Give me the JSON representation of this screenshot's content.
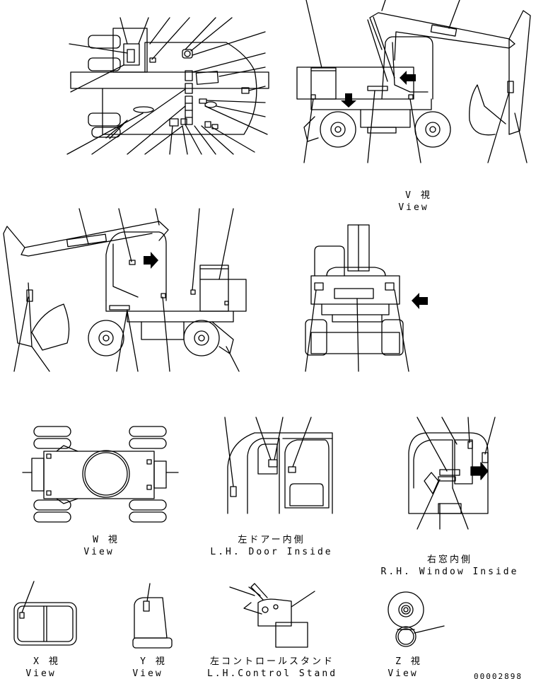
{
  "views": {
    "v": {
      "jp": "V 視",
      "en": "View"
    },
    "w": {
      "jp": "W 視",
      "en": "View"
    },
    "x": {
      "jp": "X 視",
      "en": "View"
    },
    "y": {
      "jp": "Y 視",
      "en": "View"
    },
    "z": {
      "jp": "Z 視",
      "en": "View"
    },
    "lh_door": {
      "jp": "左ドアー内側",
      "en": "L.H. Door Inside"
    },
    "rh_window": {
      "jp": "右窓内側",
      "en": "R.H. Window Inside"
    },
    "lh_control": {
      "jp": "左コントロールスタンド",
      "en": "L.H.Control Stand"
    }
  },
  "drawing_number": "00002898"
}
